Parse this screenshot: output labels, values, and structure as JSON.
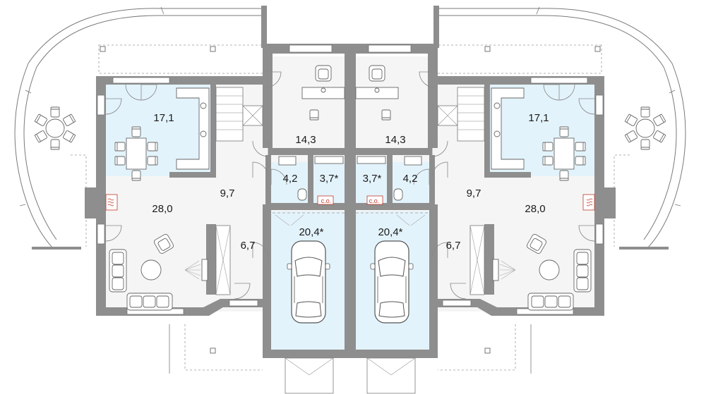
{
  "plan": {
    "background_color": "#ffffff",
    "wall_color": "#8e8e8e",
    "floor_color": "#f5f5f5",
    "highlight_color": "#e3f3fb",
    "accent_color": "#c0392b",
    "rooms": [
      {
        "id": "kitchen-left",
        "label": "17,1"
      },
      {
        "id": "living-left",
        "label": "28,0"
      },
      {
        "id": "hall-left",
        "label": "9,7"
      },
      {
        "id": "office-left",
        "label": "14,3"
      },
      {
        "id": "bath-left",
        "label": "4,2"
      },
      {
        "id": "boiler-left",
        "label": "3,7*"
      },
      {
        "id": "vestibule-left",
        "label": "6,7"
      },
      {
        "id": "garage-left",
        "label": "20,4*"
      },
      {
        "id": "garage-right",
        "label": "20,4*"
      },
      {
        "id": "boiler-right",
        "label": "3,7*"
      },
      {
        "id": "bath-right",
        "label": "4,2"
      },
      {
        "id": "office-right",
        "label": "14,3"
      },
      {
        "id": "hall-right",
        "label": "9,7"
      },
      {
        "id": "kitchen-right",
        "label": "17,1"
      },
      {
        "id": "living-right",
        "label": "28,0"
      },
      {
        "id": "vestibule-right",
        "label": "6,7"
      }
    ],
    "co_labels": [
      "c.o.",
      "c.o."
    ]
  }
}
